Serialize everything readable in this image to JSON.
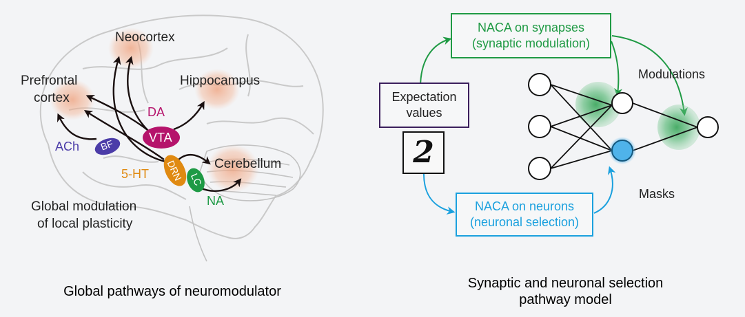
{
  "left_panel": {
    "regions": {
      "neocortex": "Neocortex",
      "prefrontal_line1": "Prefrontal",
      "prefrontal_line2": "cortex",
      "hippocampus": "Hippocampus",
      "cerebellum": "Cerebellum"
    },
    "nuclei": {
      "vta": "VTA",
      "bf": "BF",
      "drn": "DRN",
      "lc": "LC"
    },
    "transmitters": {
      "da": "DA",
      "ach": "ACh",
      "ht5": "5-HT",
      "na": "NA"
    },
    "note_line1": "Global modulation",
    "note_line2": "of local plasticity",
    "caption": "Global pathways of neuromodulator"
  },
  "right_panel": {
    "expectation_line1": "Expectation",
    "expectation_line2": "values",
    "digit_glyph": "2",
    "synapse_box_line1": "NACA on synapses",
    "synapse_box_line2": "(synaptic modulation)",
    "neuron_box_line1": "NACA on neurons",
    "neuron_box_line2": "(neuronal selection)",
    "modulations_label": "Modulations",
    "masks_label": "Masks",
    "caption_line1": "Synaptic and neuronal selection",
    "caption_line2": "pathway model"
  },
  "colors": {
    "vta": "#b5136b",
    "bf": "#4b3ca8",
    "drn": "#e08a12",
    "lc": "#1e9a45",
    "synapse_green": "#1f9a44",
    "neuron_blue": "#1aa0de",
    "expectation_purple": "#3b1f5c",
    "region_glow": "#f2b89a"
  }
}
